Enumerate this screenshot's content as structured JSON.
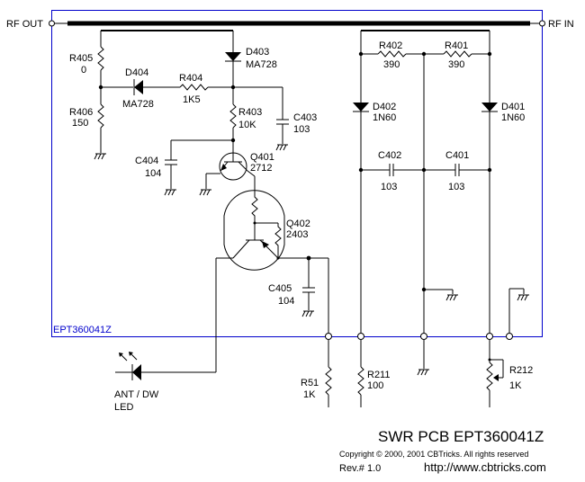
{
  "title": "SWR PCB EPT360041Z",
  "copyright": "Copyright © 2000, 2001 CBTricks. All rights reserved",
  "revision": "Rev.# 1.0",
  "url": "http://www.cbtricks.com",
  "pcb_label": "EPT360041Z",
  "colors": {
    "pcb_outline": "#0000cc",
    "wire": "#000000"
  },
  "terminals": {
    "rf_out": "RF OUT",
    "rf_in": "RF IN"
  },
  "components": {
    "R405": {
      "ref": "R405",
      "value": "0"
    },
    "R406": {
      "ref": "R406",
      "value": "150"
    },
    "D404": {
      "ref": "D404",
      "value": "MA728"
    },
    "R404": {
      "ref": "R404",
      "value": "1K5"
    },
    "D403": {
      "ref": "D403",
      "value": "MA728"
    },
    "R403": {
      "ref": "R403",
      "value": "10K"
    },
    "C403": {
      "ref": "C403",
      "value": "103"
    },
    "C404": {
      "ref": "C404",
      "value": "104"
    },
    "Q401": {
      "ref": "Q401",
      "value": "2712"
    },
    "Q402": {
      "ref": "Q402",
      "value": "2403"
    },
    "C405": {
      "ref": "C405",
      "value": "104"
    },
    "R402": {
      "ref": "R402",
      "value": "390"
    },
    "R401": {
      "ref": "R401",
      "value": "390"
    },
    "D402": {
      "ref": "D402",
      "value": "1N60"
    },
    "D401": {
      "ref": "D401",
      "value": "1N60"
    },
    "C402": {
      "ref": "C402",
      "value": "103"
    },
    "C401": {
      "ref": "C401",
      "value": "103"
    },
    "R51": {
      "ref": "R51",
      "value": "1K"
    },
    "R211": {
      "ref": "R211",
      "value": "100"
    },
    "R212": {
      "ref": "R212",
      "value": "1K"
    },
    "LED": {
      "ref": "ANT / DW",
      "value": "LED"
    }
  }
}
